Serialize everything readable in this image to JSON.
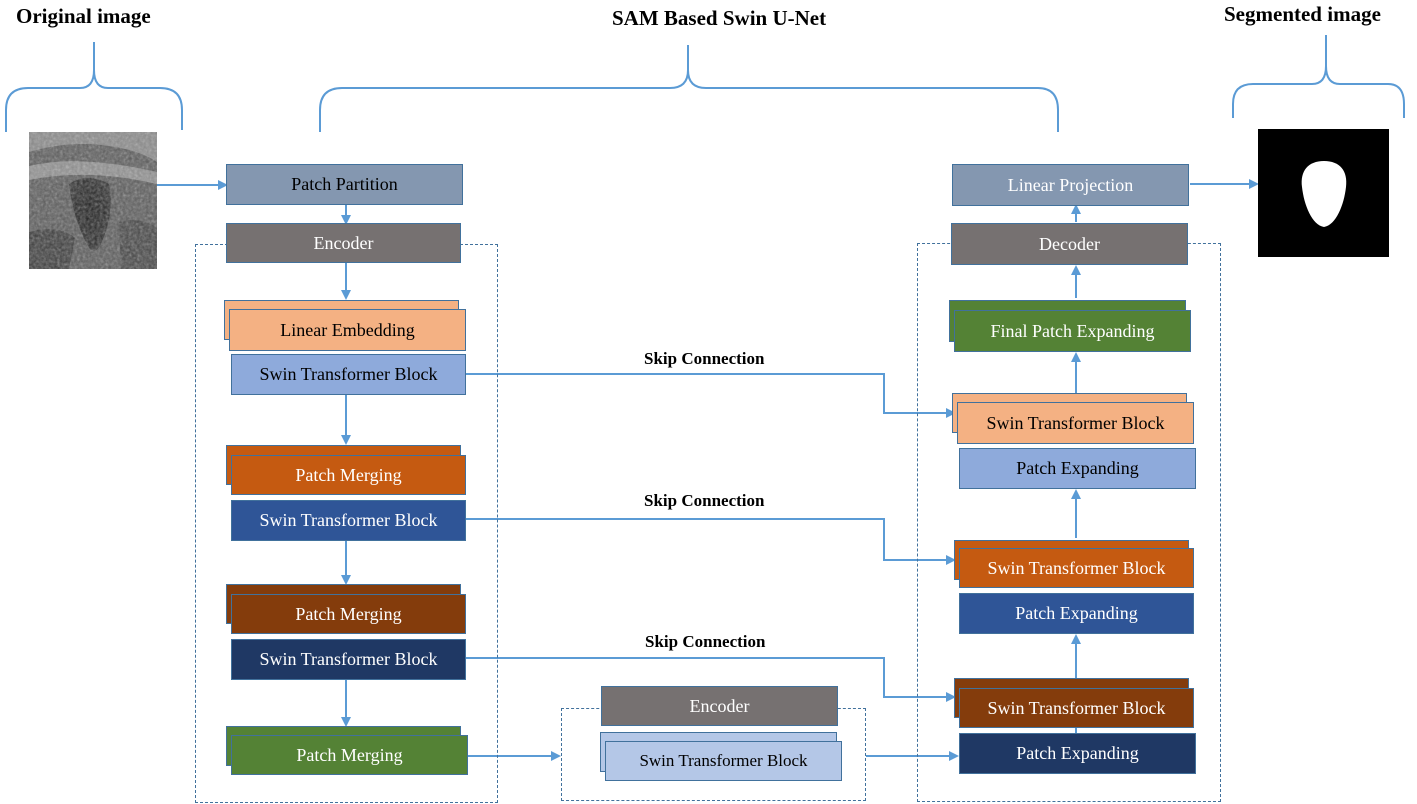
{
  "headings": {
    "original": "Original image",
    "main": "SAM Based Swin U-Net",
    "segmented": "Segmented image"
  },
  "skip_label": "Skip Connection",
  "colors": {
    "connector": "#5B9BD5",
    "border": "#41719C",
    "gray_blue": "#8497B0",
    "dark_gray": "#767171",
    "light_orange": "#F4B183",
    "light_blue": "#8EAADB",
    "orange": "#C55A11",
    "mid_blue": "#2F5597",
    "brown": "#843C0C",
    "navy": "#1F3864",
    "green": "#548235",
    "pale_blue": "#B4C7E7"
  },
  "encoder": {
    "patch_partition": "Patch Partition",
    "title": "Encoder",
    "linear_embedding": "Linear Embedding",
    "swin_block_1": "Swin Transformer Block",
    "patch_merging_1": "Patch Merging",
    "swin_block_2": "Swin Transformer Block",
    "patch_merging_2": "Patch Merging",
    "swin_block_3": "Swin Transformer Block",
    "patch_merging_3": "Patch Merging"
  },
  "bottleneck": {
    "title": "Encoder",
    "swin_block": "Swin Transformer Block"
  },
  "decoder": {
    "linear_projection": "Linear Projection",
    "title": "Decoder",
    "final_patch_expanding": "Final Patch Expanding",
    "swin_block_1": "Swin Transformer Block",
    "patch_expanding_1": "Patch Expanding",
    "swin_block_2": "Swin Transformer Block",
    "patch_expanding_2": "Patch Expanding",
    "swin_block_3": "Swin Transformer Block",
    "patch_expanding_3": "Patch Expanding"
  }
}
